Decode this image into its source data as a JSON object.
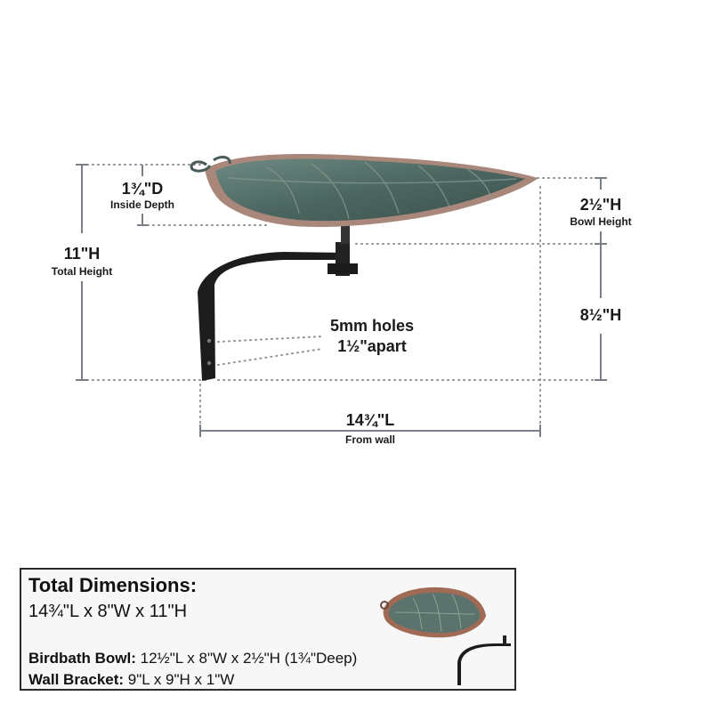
{
  "dimensions": {
    "inside_depth": {
      "value": "1¾\"D",
      "caption": "Inside Depth"
    },
    "total_height": {
      "value": "11\"H",
      "caption": "Total Height"
    },
    "bowl_height": {
      "value": "2½\"H",
      "caption": "Bowl Height"
    },
    "bracket_height": {
      "value": "8½\"H"
    },
    "length": {
      "value": "14¾\"L",
      "caption": "From wall"
    },
    "holes": {
      "line1": "5mm holes",
      "line2": "1½\"apart"
    }
  },
  "summary": {
    "title": "Total Dimensions:",
    "total": "14¾\"L x 8\"W x 11\"H",
    "bowl_label": "Birdbath Bowl:",
    "bowl_value": " 12½\"L x 8\"W x 2½\"H (1¾\"Deep)",
    "bracket_label": "Wall Bracket:",
    "bracket_value": " 9\"L x 9\"H x 1\"W"
  },
  "colors": {
    "bowl_patina": "#4f6a63",
    "bowl_rim": "#a9877a",
    "bracket": "#1c1c1c",
    "dim_line": "#7a7f88"
  }
}
